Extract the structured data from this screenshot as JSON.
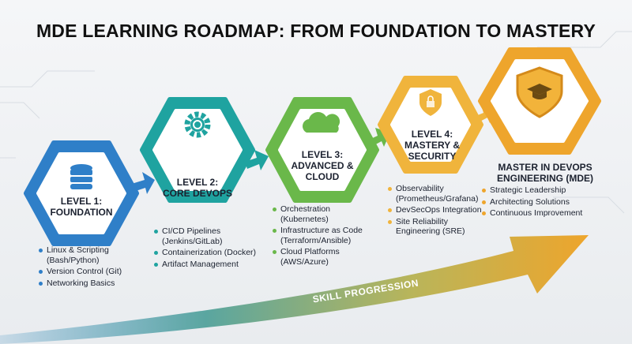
{
  "title": "MDE LEARNING ROADMAP: FROM FOUNDATION TO MASTERY",
  "levels": [
    {
      "title_line1": "LEVEL 1:",
      "title_line2": "FOUNDATION",
      "icon": "database-icon",
      "color": "#2f7fc8",
      "items": [
        "Linux & Scripting (Bash/Python)",
        "Version Control (Git)",
        "Networking Basics"
      ]
    },
    {
      "title_line1": "LEVEL 2:",
      "title_line2": "CORE DEVOPS",
      "icon": "gear-sync-icon",
      "color": "#1fa3a0",
      "items": [
        "CI/CD Pipelines (Jenkins/GitLab)",
        "Containerization (Docker)",
        "Artifact Management"
      ]
    },
    {
      "title_line1": "LEVEL 3:",
      "title_line2": "ADVANCED &",
      "title_line3": "CLOUD",
      "icon": "cloud-icon",
      "color": "#6ab84a",
      "items": [
        "Orchestration (Kubernetes)",
        "Infrastructure as Code (Terraform/Ansible)",
        "Cloud Platforms (AWS/Azure)"
      ]
    },
    {
      "title_line1": "LEVEL 4:",
      "title_line2": "MASTERY &",
      "title_line3": "SECURITY",
      "icon": "shield-lock-icon",
      "color": "#f0b43c",
      "items": [
        "Observability (Prometheus/Grafana)",
        "DevSecOps Integration",
        "Site Reliability Engineering (SRE)"
      ]
    },
    {
      "title_line1": "MASTER IN DEVOPS",
      "title_line2": "ENGINEERING (MDE)",
      "icon": "shield-graduation-cap-icon",
      "color": "#eea52c",
      "items": [
        "Strategic Leadership",
        "Architecting Solutions",
        "Continuous Improvement"
      ]
    }
  ],
  "progress_label": "SKILL PROGRESSION"
}
